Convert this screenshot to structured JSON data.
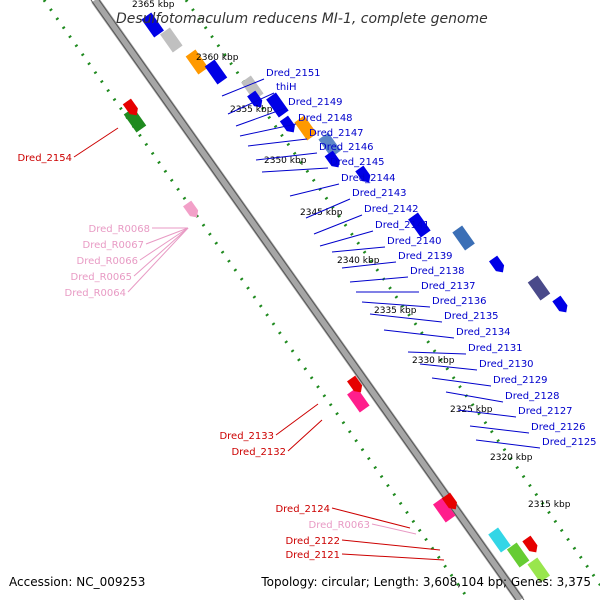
{
  "title": "Desulfotomaculum reducens MI-1, complete genome",
  "accession": "Accession: NC_009253",
  "summary": "Topology: circular; Length: 3,608,104 bp; Genes: 3,375",
  "kbp_markers": [
    "2365 kbp",
    "2360 kbp",
    "2355 kbp",
    "2350 kbp",
    "2345 kbp",
    "2340 kbp",
    "2335 kbp",
    "2330 kbp",
    "2325 kbp",
    "2320 kbp",
    "2315 kbp"
  ],
  "right_labels": [
    "Dred_2151",
    "thiH",
    "Dred_2149",
    "Dred_2148",
    "Dred_2147",
    "Dred_2146",
    "Dred_2145",
    "Dred_2144",
    "Dred_2143",
    "Dred_2142",
    "Dred_2141",
    "Dred_2140",
    "Dred_2139",
    "Dred_2138",
    "Dred_2137",
    "Dred_2136",
    "Dred_2135",
    "Dred_2134",
    "Dred_2131",
    "Dred_2130",
    "Dred_2129",
    "Dred_2128",
    "Dred_2127",
    "Dred_2126",
    "Dred_2125"
  ],
  "left_labels": {
    "top": "Dred_2154",
    "rna": [
      "Dred_R0068",
      "Dred_R0067",
      "Dred_R0066",
      "Dred_R0065",
      "Dred_R0064"
    ],
    "mid": [
      "Dred_2133",
      "Dred_2132"
    ],
    "bottom": [
      "Dred_2124",
      "Dred_R0063",
      "Dred_2122",
      "Dred_2121"
    ]
  },
  "colors": {
    "backbone": "#a6a6a6",
    "dots": "#1f8a1f",
    "protein": "#0000e6",
    "rna": "#f2a0c8",
    "pseudo": "#e60000",
    "label_blue": "#0000cc",
    "label_red": "#cc0000",
    "label_pink": "#e89ac4"
  }
}
